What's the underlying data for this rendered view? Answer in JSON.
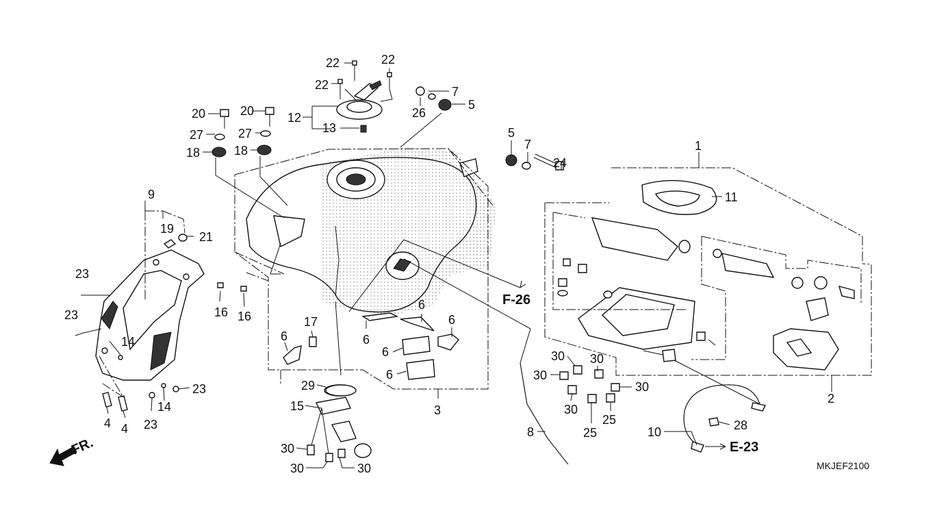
{
  "diagram": {
    "code": "MKJEF2100",
    "direction_label": "FR.",
    "refs": {
      "f26": "F-26",
      "e23": "E-23"
    },
    "labels": {
      "p1": "1",
      "p2": "2",
      "p3": "3",
      "p4a": "4",
      "p4b": "4",
      "p5a": "5",
      "p5b": "5",
      "p6a": "6",
      "p6b": "6",
      "p6c": "6",
      "p6d": "6",
      "p6e": "6",
      "p6f": "6",
      "p7a": "7",
      "p7b": "7",
      "p8": "8",
      "p9": "9",
      "p10": "10",
      "p11": "11",
      "p12": "12",
      "p13": "13",
      "p14a": "14",
      "p14b": "14",
      "p15": "15",
      "p16a": "16",
      "p16b": "16",
      "p17": "17",
      "p18a": "18",
      "p18b": "18",
      "p19": "19",
      "p20a": "20",
      "p20b": "20",
      "p21": "21",
      "p22a": "22",
      "p22b": "22",
      "p22c": "22",
      "p23a": "23",
      "p23b": "23",
      "p23c": "23",
      "p23d": "23",
      "p24": "24",
      "p25a": "25",
      "p25b": "25",
      "p26": "26",
      "p27a": "27",
      "p27b": "27",
      "p28": "28",
      "p29": "29",
      "p30a": "30",
      "p30b": "30",
      "p30c": "30",
      "p30d": "30",
      "p30e": "30",
      "p30f": "30",
      "p30g": "30",
      "p30h": "30"
    }
  }
}
